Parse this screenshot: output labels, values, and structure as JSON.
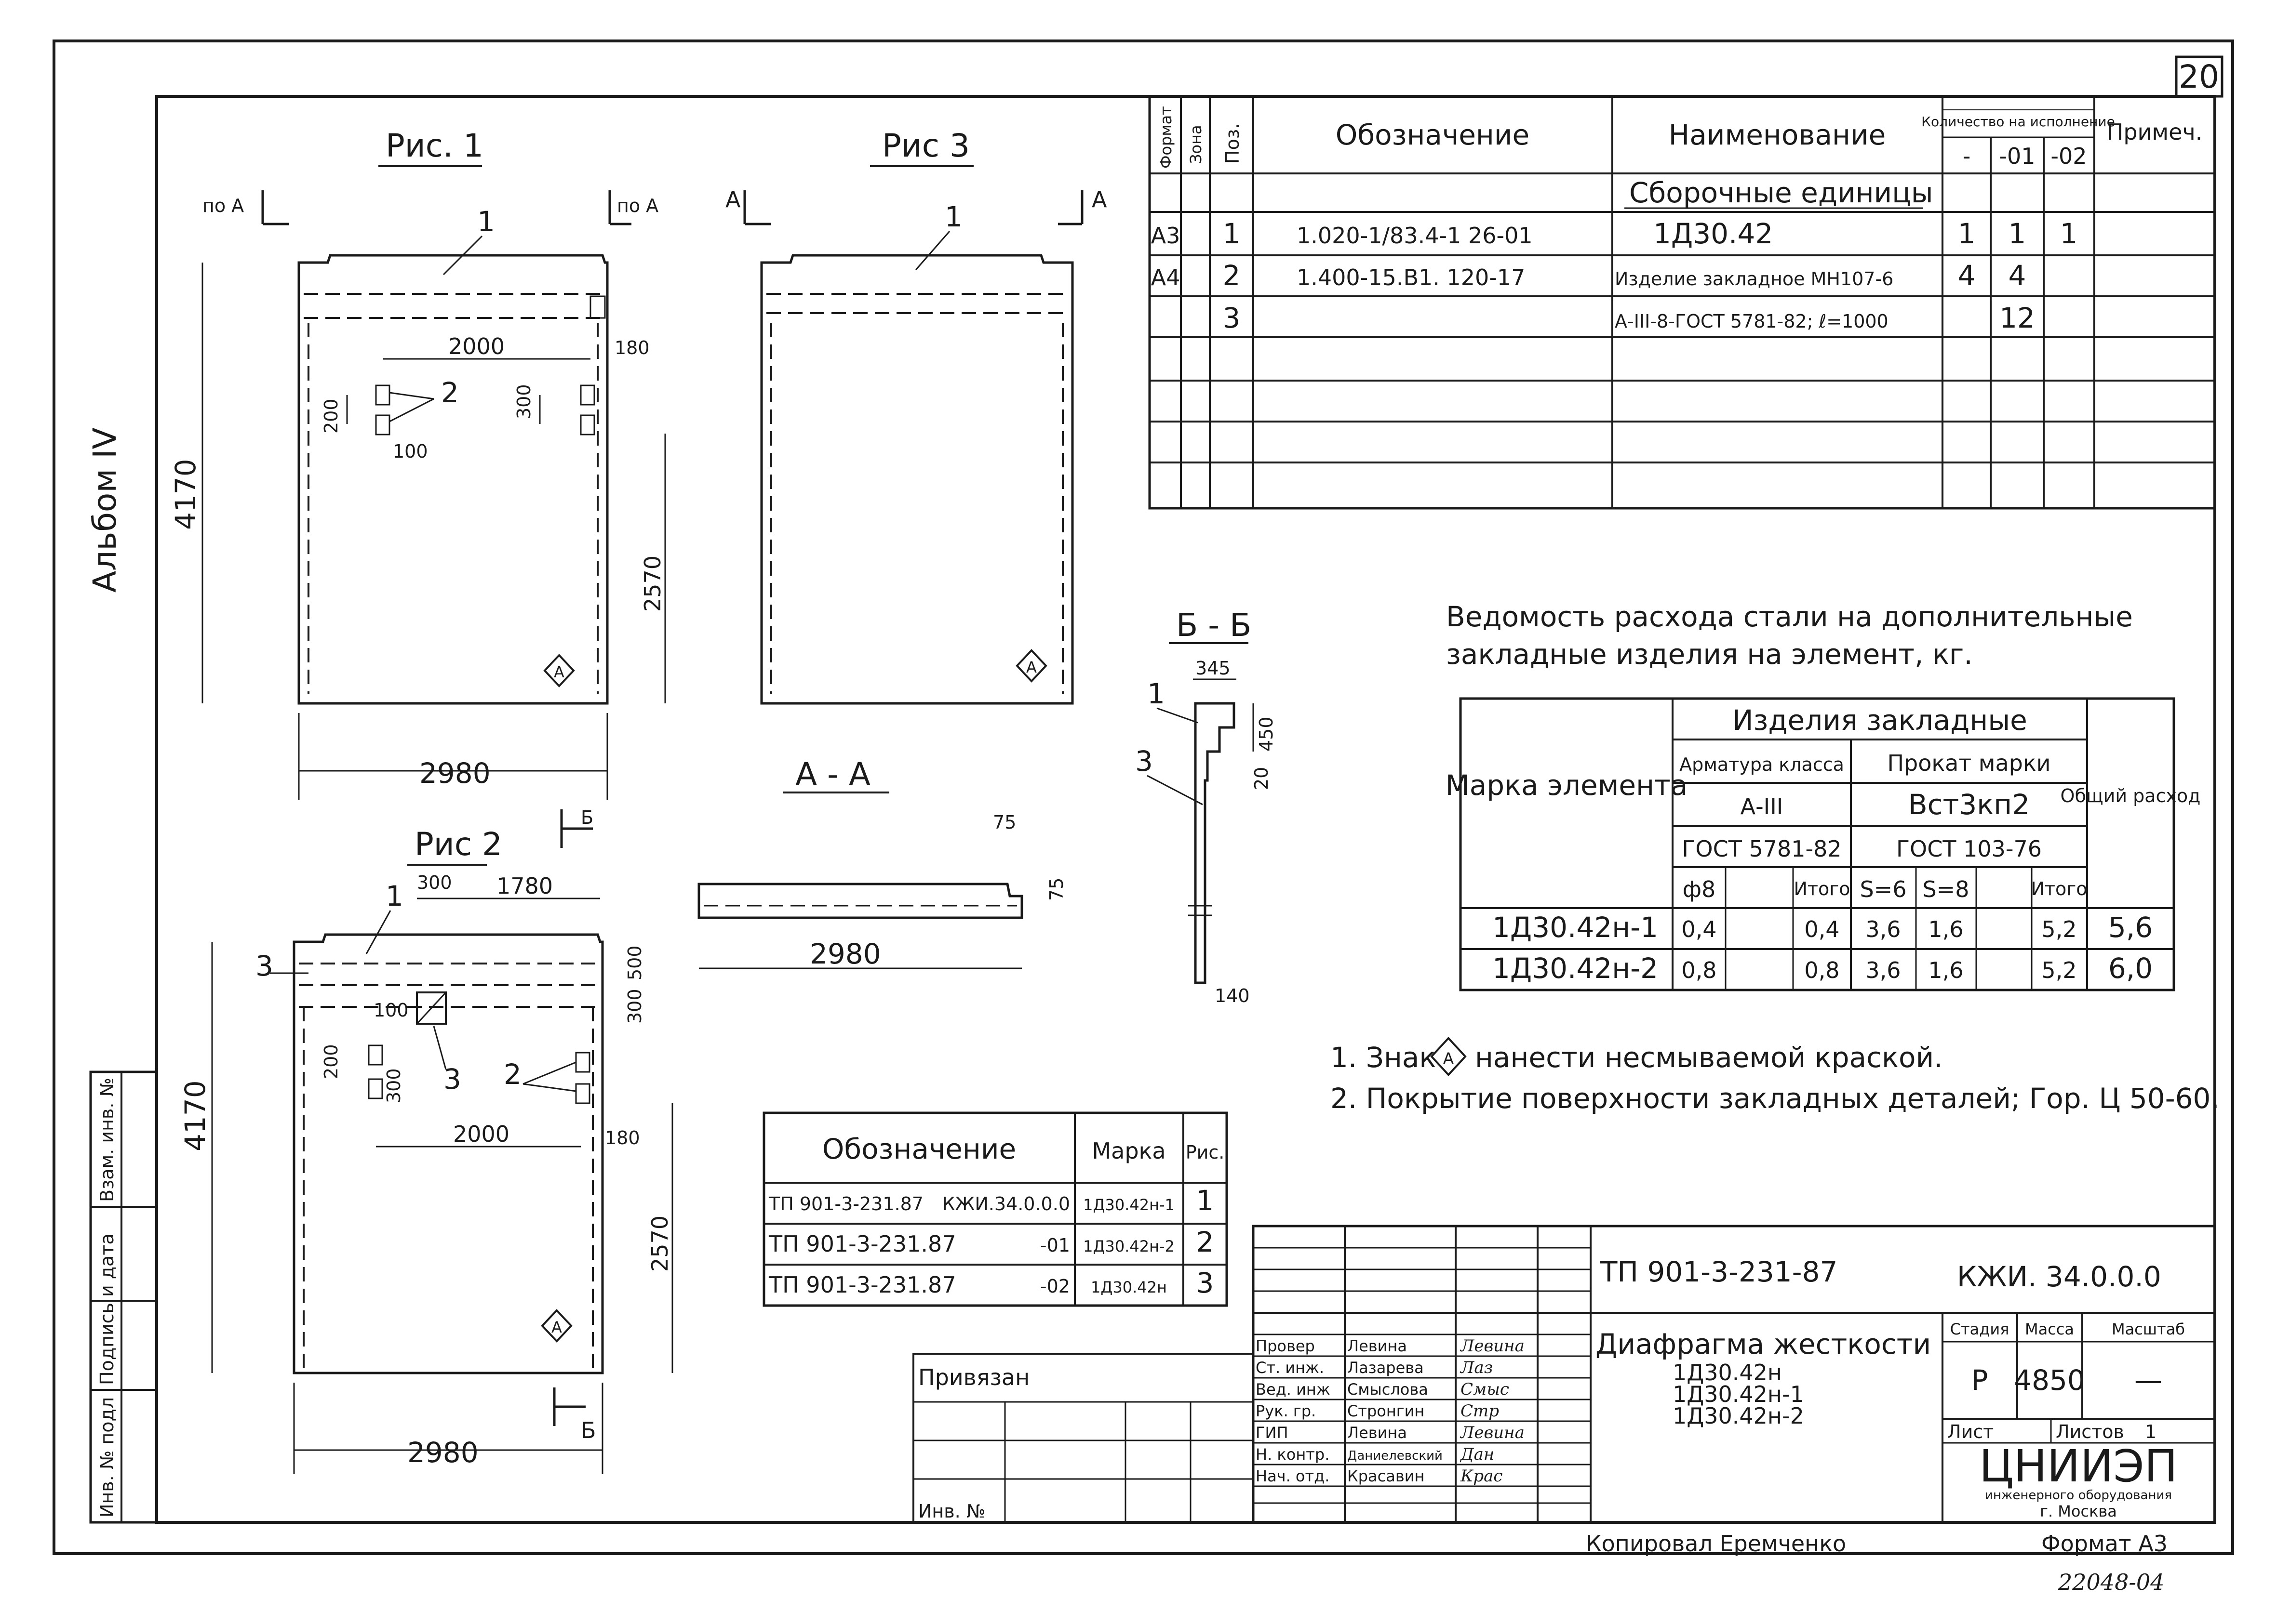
{
  "sheet_number": "20",
  "album_label": "Альбом IV",
  "side_stamp": {
    "inv_podl": "Инв. № подл",
    "podpis_data": "Подпись и дата",
    "vzam_inv": "Взам. инв. №"
  },
  "figures": {
    "fig1": {
      "title": "Рис. 1",
      "cut_left": "по А",
      "cut_right": "по А",
      "leader1": "1",
      "leader2": "2",
      "dim_width": "2980",
      "dim_height": "4170",
      "dim_2000": "2000",
      "dim_180": "180",
      "dim_200": "200",
      "dim_100": "100",
      "dim_300": "300",
      "dim_2570": "2570",
      "mark": "А",
      "cut_b": "Б"
    },
    "fig2": {
      "title": "Рис 2",
      "leader1": "1",
      "leader2": "2",
      "leader3a": "3",
      "leader3b": "3",
      "dim_300": "300",
      "dim_1780": "1780",
      "dim_500": "500",
      "dim_300b": "300",
      "dim_100": "100",
      "dim_200": "200",
      "dim_300c": "300",
      "dim_2000": "2000",
      "dim_180": "180",
      "dim_4170": "4170",
      "dim_2570": "2570",
      "dim_2980": "2980",
      "mark": "А",
      "cut_b": "Б"
    },
    "fig3": {
      "title": "Рис 3",
      "cut_left": "А",
      "cut_right": "А",
      "leader1": "1",
      "mark": "А"
    },
    "section_aa": {
      "title": "А - А",
      "dim_75a": "75",
      "dim_75b": "75",
      "dim_2980": "2980"
    },
    "section_bb": {
      "title": "Б - Б",
      "dim_345": "345",
      "dim_450": "450",
      "dim_20": "20",
      "dim_140": "140",
      "leader1": "1",
      "leader3": "3"
    }
  },
  "spec_table": {
    "headers": {
      "format": "Формат",
      "zone": "Зона",
      "pos": "Поз.",
      "designation": "Обозначение",
      "name": "Наименование",
      "qty": "Количество на исполнение",
      "qty_cols": [
        "-",
        "-01",
        "-02"
      ],
      "note": "Примеч."
    },
    "section_title": "Сборочные единицы",
    "rows": [
      {
        "format": "А3",
        "pos": "1",
        "designation": "1.020-1/83.4-1  26-01",
        "name": "1Д30.42",
        "q0": "1",
        "q1": "1",
        "q2": "1"
      },
      {
        "format": "А4",
        "pos": "2",
        "designation": "1.400-15.В1. 120-17",
        "name": "Изделие закладное МН107-6",
        "q0": "4",
        "q1": "4",
        "q2": ""
      },
      {
        "format": "",
        "pos": "3",
        "designation": "",
        "name": "А-III-8-ГОСТ 5781-82; ℓ=1000",
        "q0": "",
        "q1": "12",
        "q2": ""
      }
    ]
  },
  "steel_statement": {
    "title_line1": "Ведомость расхода стали на дополнительные",
    "title_line2": "закладные изделия на элемент, кг.",
    "h_mark": "Марка элемента",
    "h_items": "Изделия закладные",
    "h_rebar": "Арматура класса",
    "h_rolled": "Прокат марки",
    "h_total": "Общий расход",
    "rebar_class": "А-III",
    "rolled_grade": "Вст3кп2",
    "rebar_gost": "ГОСТ 5781-82",
    "rolled_gost": "ГОСТ 103-76",
    "col_d8": "ф8",
    "col_itogo": "Итого",
    "col_s6": "S=6",
    "col_s8": "S=8",
    "rows": [
      {
        "mark": "1Д30.42н-1",
        "d8": "0,4",
        "itogo1": "0,4",
        "s6": "3,6",
        "s8": "1,6",
        "itogo2": "5,2",
        "total": "5,6"
      },
      {
        "mark": "1Д30.42н-2",
        "d8": "0,8",
        "itogo1": "0,8",
        "s6": "3,6",
        "s8": "1,6",
        "itogo2": "5,2",
        "total": "6,0"
      }
    ]
  },
  "notes": [
    {
      "prefix": "1. Знак",
      "symbol": "А",
      "suffix": "нанести несмываемой краской."
    },
    {
      "text": "2. Покрытие поверхности закладных деталей; Гор. Ц 50-60."
    }
  ],
  "marks_table": {
    "headers": {
      "designation": "Обозначение",
      "mark": "Марка",
      "fig": "Рис."
    },
    "rows": [
      {
        "designation": "ТП 901-3-231.87",
        "suffix": "КЖИ.34.0.0.0",
        "mark": "1Д30.42н-1",
        "fig": "1"
      },
      {
        "designation": "ТП 901-3-231.87",
        "suffix": "-01",
        "mark": "1Д30.42н-2",
        "fig": "2"
      },
      {
        "designation": "ТП 901-3-231.87",
        "suffix": "-02",
        "mark": "1Д30.42н",
        "fig": "3"
      }
    ]
  },
  "title_block": {
    "doc_code": "ТП 901-3-231-87",
    "doc_mark": "КЖИ. 34.0.0.0",
    "privyazan": "Привязан",
    "inv_no": "Инв. №",
    "people": [
      {
        "role": "Провер",
        "name": "Левина",
        "sig": "Левина"
      },
      {
        "role": "Ст. инж.",
        "name": "Лазарева",
        "sig": "Лаз"
      },
      {
        "role": "Вед. инж",
        "name": "Смыслова",
        "sig": "Смыс"
      },
      {
        "role": "Рук. гр.",
        "name": "Стронгин",
        "sig": "Стр"
      },
      {
        "role": "ГИП",
        "name": "Левина",
        "sig": "Левина"
      },
      {
        "role": "Н. контр.",
        "name": "Даниелевский",
        "sig": "Дан"
      },
      {
        "role": "Нач. отд.",
        "name": "Красавин",
        "sig": "Крас"
      }
    ],
    "object_title": "Диафрагма жесткости",
    "object_marks": [
      "1Д30.42н",
      "1Д30.42н-1",
      "1Д30.42н-2"
    ],
    "stage_label": "Стадия",
    "mass_label": "Масса",
    "scale_label": "Масштаб",
    "stage": "Р",
    "mass": "4850",
    "scale": "—",
    "sheet_label": "Лист",
    "sheets_label": "Листов",
    "sheets": "1",
    "org_name": "ЦНИИЭП",
    "org_line2": "инженерного оборудования",
    "org_line3": "г. Москва"
  },
  "footer": {
    "copied": "Копировал Еремченко",
    "format": "Формат А3",
    "archive_no": "22048-04"
  }
}
